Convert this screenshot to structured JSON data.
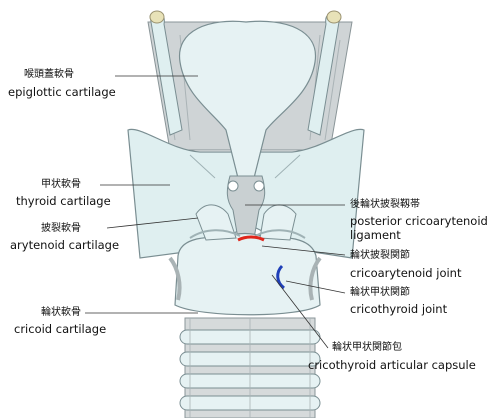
{
  "colors": {
    "cartilage_fill": "#dfeff0",
    "cartilage_stroke": "#7a8e92",
    "muscle_fill": "#cfd4d6",
    "epiglottis_tip": "#e8e2b8",
    "ligament_red": "#e0261b",
    "joint_blue": "#1f3fb8",
    "leader_line": "#333333"
  },
  "labels": {
    "epiglottis": {
      "ja": "喉頭蓋軟骨",
      "en": "epiglottic cartilage"
    },
    "thyroid": {
      "ja": "甲状軟骨",
      "en": "thyroid cartilage"
    },
    "arytenoid": {
      "ja": "披裂軟骨",
      "en": "arytenoid cartilage"
    },
    "cricoid": {
      "ja": "輪状軟骨",
      "en": "cricoid cartilage"
    },
    "post_crico_lig": {
      "ja": "後輪状披裂靱帯",
      "en1": "posterior cricoarytenoid",
      "en2": "ligament"
    },
    "crico_ary_joint": {
      "ja": "輪状披裂関節",
      "en": "cricoarytenoid joint"
    },
    "crico_thy_joint": {
      "ja": "輪状甲状関節",
      "en": "cricothyroid joint"
    },
    "crico_thy_capsule": {
      "ja": "輪状甲状関節包",
      "en": "cricothyroid articular capsule"
    }
  }
}
